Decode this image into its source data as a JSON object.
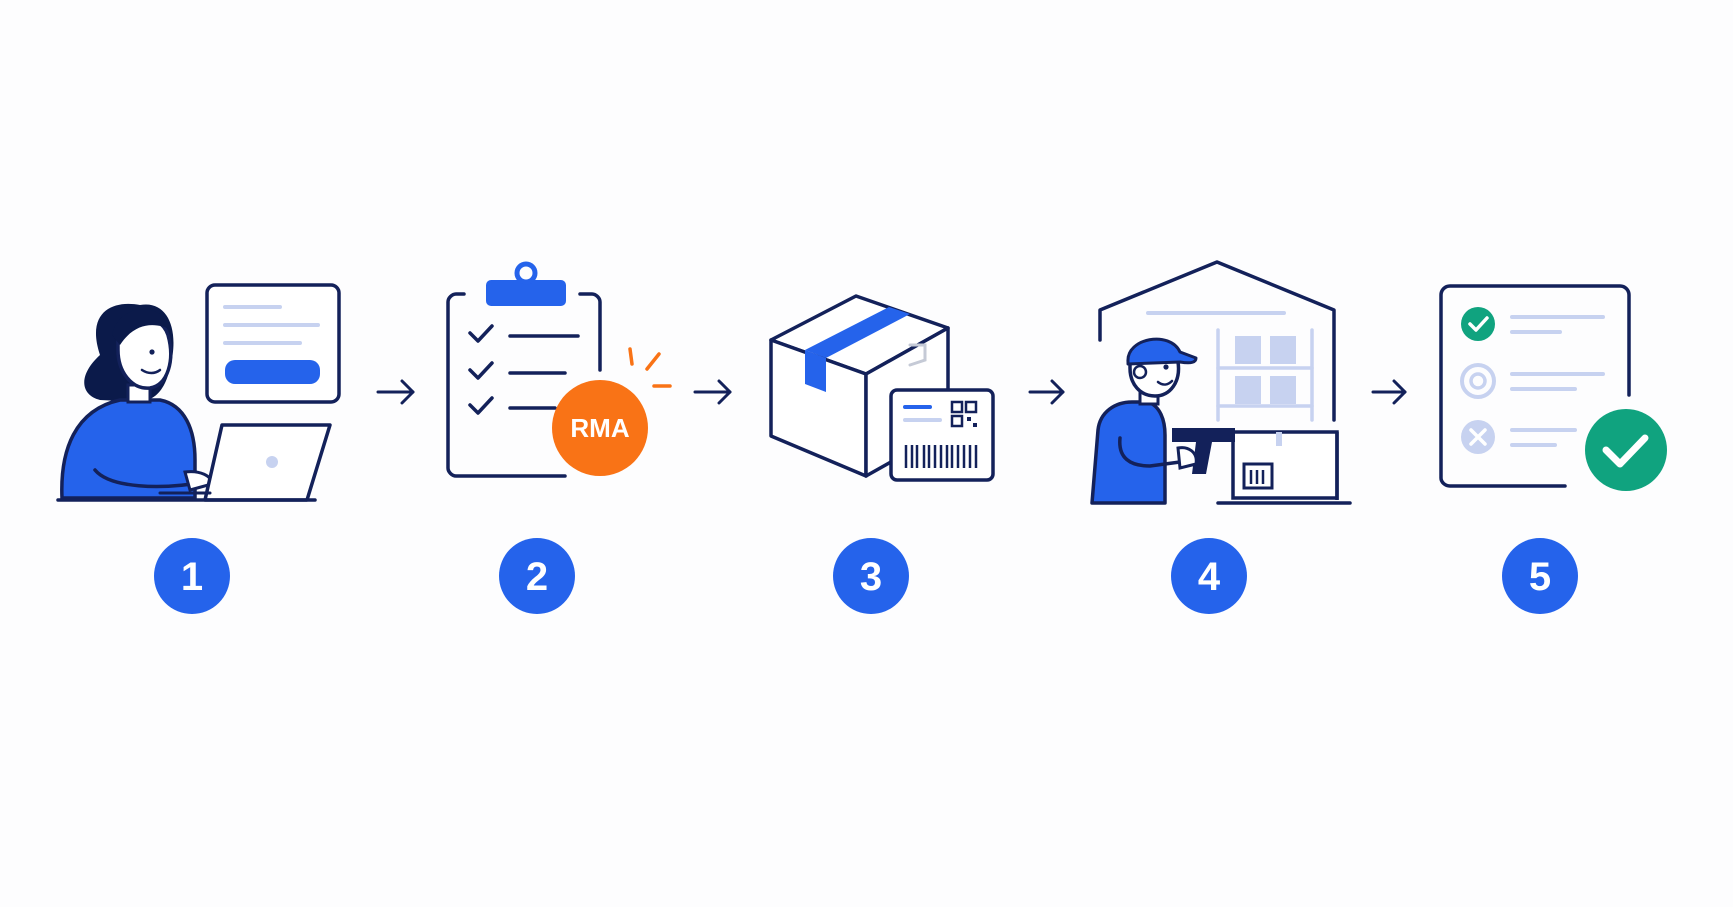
{
  "colors": {
    "navy": "#13215a",
    "blue": "#2563eb",
    "light_blue": "#c7d2f0",
    "orange": "#f97316",
    "green": "#10a37f",
    "gray": "#c5cad6",
    "skin": "#ffffff",
    "hair": "#0b1a4a",
    "background": "#fdfdfe"
  },
  "steps": [
    {
      "number": "1",
      "icon": "customer-laptop-request-icon"
    },
    {
      "number": "2",
      "icon": "clipboard-rma-icon",
      "badge": "RMA"
    },
    {
      "number": "3",
      "icon": "package-shipping-label-icon"
    },
    {
      "number": "4",
      "icon": "warehouse-worker-scanner-icon"
    },
    {
      "number": "5",
      "icon": "inspection-checklist-approved-icon"
    }
  ],
  "connector_icon": "arrow-right-icon"
}
